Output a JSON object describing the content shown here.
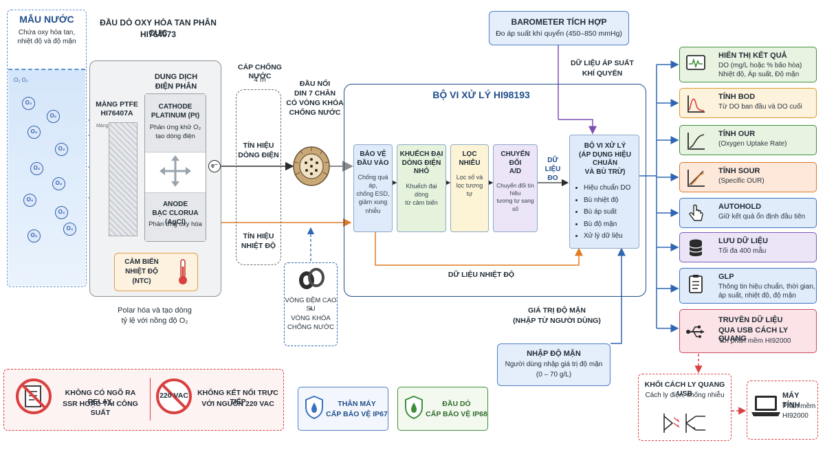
{
  "sample": {
    "title": "MẪU NƯỚC",
    "desc": "Chứa oxy hòa tan, nhiệt độ và độ mặn",
    "bubble_label": "O₂",
    "small_text": "O₂ O₂"
  },
  "probe": {
    "title": "ĐẦU DÒ OXY HÒA TAN PHÂN CỰC",
    "model": "HI764073",
    "membrane": {
      "label": "MÀNG PTFE",
      "model": "HI76407A",
      "small": "Màng chống thấm"
    },
    "electrolyte": {
      "label": "DUNG DỊCH",
      "label2": "ĐIỆN PHÂN"
    },
    "cathode": {
      "title": "CATHODE",
      "title2": "PLATINUM (Pt)",
      "desc": "Phản ứng khử O₂",
      "desc2": "tạo dòng điện"
    },
    "anode": {
      "title": "ANODE",
      "title2": "BẠC CLORUA (AgCl)",
      "desc": "Phản ứng oxy hóa"
    },
    "electron": "e⁻",
    "sensor": {
      "title": "CẢM BIẾN",
      "title2": "NHIỆT ĐỘ",
      "title3": "(NTC)"
    },
    "caption": "Polar hóa và tạo dòng",
    "caption2": "tỷ lệ với nồng độ O₂"
  },
  "cable": {
    "title": "CÁP CHỐNG NƯỚC",
    "length": "4 m",
    "signal_current": "TÍN HIỆU",
    "signal_current2": "DÒNG ĐIỆN",
    "signal_temp": "TÍN HIỆU",
    "signal_temp2": "NHIỆT ĐỘ"
  },
  "connector": {
    "title": "ĐẦU NỐI",
    "title2": "DIN 7 CHÂN",
    "title3": "CÓ VÒNG KHÓA",
    "title4": "CHỐNG NƯỚC",
    "seal": "VÒNG ĐỆM CAO SU",
    "seal2": "+",
    "seal3": "VÒNG KHÓA",
    "seal4": "CHỐNG NƯỚC"
  },
  "barometer": {
    "title": "BAROMETER TÍCH HỢP",
    "desc": "Đo áp suất khí quyển (450–850 mmHg)",
    "data": "DỮ LIỆU ÁP SUẤT",
    "data2": "KHÍ QUYỂN"
  },
  "processor": {
    "title": "BỘ VI XỬ LÝ HI98193",
    "stages": [
      {
        "title": "BẢO VỆ",
        "title2": "ĐẦU VÀO",
        "desc": "Chống quá áp,",
        "desc2": "chống ESD,",
        "desc3": "giảm xung nhiễu"
      },
      {
        "title": "KHUẾCH ĐẠI",
        "title2": "DÒNG ĐIỆN NHỎ",
        "desc": "Khuếch đại dòng",
        "desc2": "từ cảm biến",
        "desc3": ""
      },
      {
        "title": "LỌC NHIỄU",
        "title2": "",
        "desc": "Lọc số và",
        "desc2": "lọc tương tự",
        "desc3": ""
      },
      {
        "title": "CHUYỂN ĐỔI",
        "title2": "A/D",
        "desc": "Chuyển đổi tín hiệu",
        "desc2": "tương tự sang số",
        "desc3": ""
      }
    ],
    "data_label": "DỮ",
    "data_label2": "LIỆU ĐO",
    "cpu": {
      "title": "BỘ VI XỬ LÝ",
      "title2": "(ÁP DỤNG HIỆU CHUẨN",
      "title3": "VÀ BÙ TRỪ)",
      "items": [
        "Hiệu chuẩn DO",
        "Bù nhiệt độ",
        "Bù áp suất",
        "Bù độ mặn",
        "Xử lý dữ liệu"
      ]
    },
    "temp_data": "DỮ LIỆU NHIỆT ĐỘ"
  },
  "salinity": {
    "label": "GIÁ TRỊ ĐỘ MẶN",
    "label2": "(NHẬP TỪ NGƯỜI DÙNG)",
    "title": "NHẬP ĐỘ MẶN",
    "desc": "Người dùng nhập giá trị độ mặn",
    "desc2": "(0 – 70 g/L)"
  },
  "outputs": [
    {
      "title": "HIỂN THỊ KẾT QUẢ",
      "desc": "DO (mg/L hoặc % bão hòa)",
      "desc2": "Nhiệt độ, Áp suất, Độ mặn",
      "icon": "display-icon",
      "color": "#3f8f3a",
      "bg": "#e8f4e1"
    },
    {
      "title": "TÍNH BOD",
      "desc": "Từ DO ban đầu và DO cuối",
      "desc2": "",
      "icon": "curve-chart-icon",
      "color": "#d99a2b",
      "bg": "#fdf2dc"
    },
    {
      "title": "TÍNH OUR",
      "desc": "(Oxygen Uptake Rate)",
      "desc2": "",
      "icon": "rising-chart-icon",
      "color": "#3f8f3a",
      "bg": "#e8f4e1"
    },
    {
      "title": "TÍNH SOUR",
      "desc": "(Specific OUR)",
      "desc2": "",
      "icon": "dual-line-chart-icon",
      "color": "#d9782b",
      "bg": "#fde8da"
    },
    {
      "title": "AUTOHOLD",
      "desc": "Giữ kết quả ổn định đầu tiên",
      "desc2": "",
      "icon": "hand-pointer-icon",
      "color": "#3a72c2",
      "bg": "#e1ecfb"
    },
    {
      "title": "LƯU DỮ LIỆU",
      "desc": "Tối đa 400 mẫu",
      "desc2": "",
      "icon": "database-icon",
      "color": "#7a5ab8",
      "bg": "#ece5f7"
    },
    {
      "title": "GLP",
      "desc": "Thông tin hiệu chuẩn, thời gian,",
      "desc2": "áp suất, nhiệt độ, độ mặn",
      "icon": "clipboard-icon",
      "color": "#3a72c2",
      "bg": "#e1ecfb"
    },
    {
      "title": "TRUYỀN DỮ LIỆU",
      "title2": "QUA USB CÁCH LY QUANG",
      "desc": "Tới phần mềm HI92000",
      "desc2": "",
      "icon": "usb-icon",
      "color": "#c94b5f",
      "bg": "#fbe3e7"
    }
  ],
  "isolation": {
    "title": "KHỐI CÁCH LY QUANG USB",
    "desc": "Cách ly điện, chống nhiễu"
  },
  "computer": {
    "title": "MÁY TÍNH",
    "desc": "Phần mềm",
    "desc2": "HI92000"
  },
  "warnings": {
    "relay": "KHÔNG CÓ NGÕ RA RELAY,",
    "relay2": "SSR HOẶC TẢI CÔNG SUẤT",
    "vac_icon_text": "220 VAC",
    "vac": "KHÔNG KẾT NỐI TRỰC TIẾP",
    "vac2": "VỚI NGUỒN 220 VAC"
  },
  "badges": {
    "body": "THÂN MÁY",
    "body2": "CẤP BẢO VỆ IP67",
    "probe": "ĐẦU DÒ",
    "probe2": "CẤP BẢO VỆ IP68"
  },
  "colors": {
    "navy": "#1f4e8c",
    "orange": "#e07b26",
    "purple": "#7b4fb5",
    "red": "#d94040",
    "water": "#e4effb"
  }
}
